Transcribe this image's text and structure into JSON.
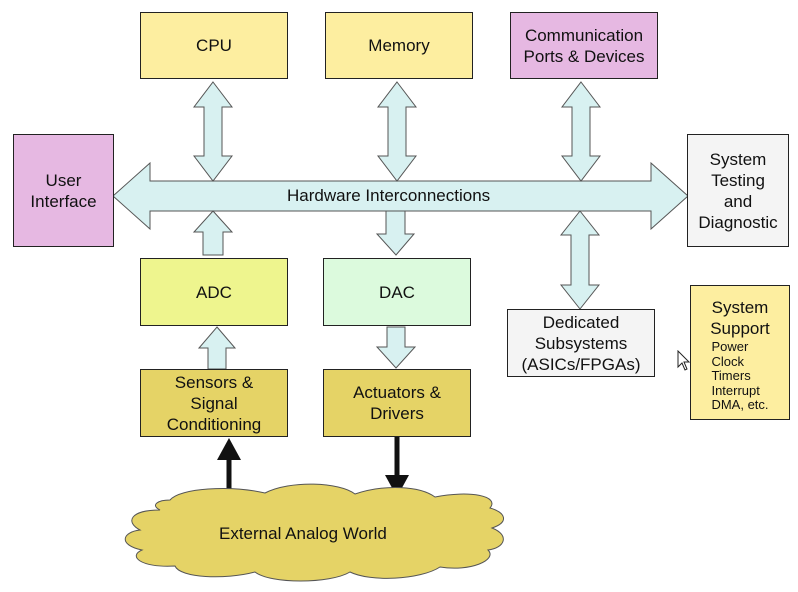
{
  "diagram": {
    "bus_label": "Hardware Interconnections",
    "blocks": {
      "cpu": "CPU",
      "memory": "Memory",
      "comm": [
        "Communication",
        "Ports & Devices"
      ],
      "user_interface": [
        "User",
        "Interface"
      ],
      "testing": [
        "System",
        "Testing",
        "and",
        "Diagnostic"
      ],
      "adc": "ADC",
      "dac": "DAC",
      "dedicated": [
        "Dedicated",
        "Subsystems",
        "(ASICs/FPGAs)"
      ],
      "sensors": [
        "Sensors &",
        "Signal",
        "Conditioning"
      ],
      "actuators": [
        "Actuators &",
        "Drivers"
      ],
      "support_title": [
        "System",
        "Support"
      ],
      "support_items": [
        "Power",
        "Clock",
        "Timers",
        "Interrupt",
        "DMA, etc."
      ],
      "external": "External Analog World"
    },
    "colors": {
      "arrow_fill": "#d8f1f1",
      "arrow_stroke": "#555555",
      "yellow": "#fdeea0",
      "pink": "#e6b8e2",
      "lime": "#eef58e",
      "mint": "#dcfadd",
      "gold": "#e5d366",
      "grey": "#f4f4f4"
    }
  }
}
